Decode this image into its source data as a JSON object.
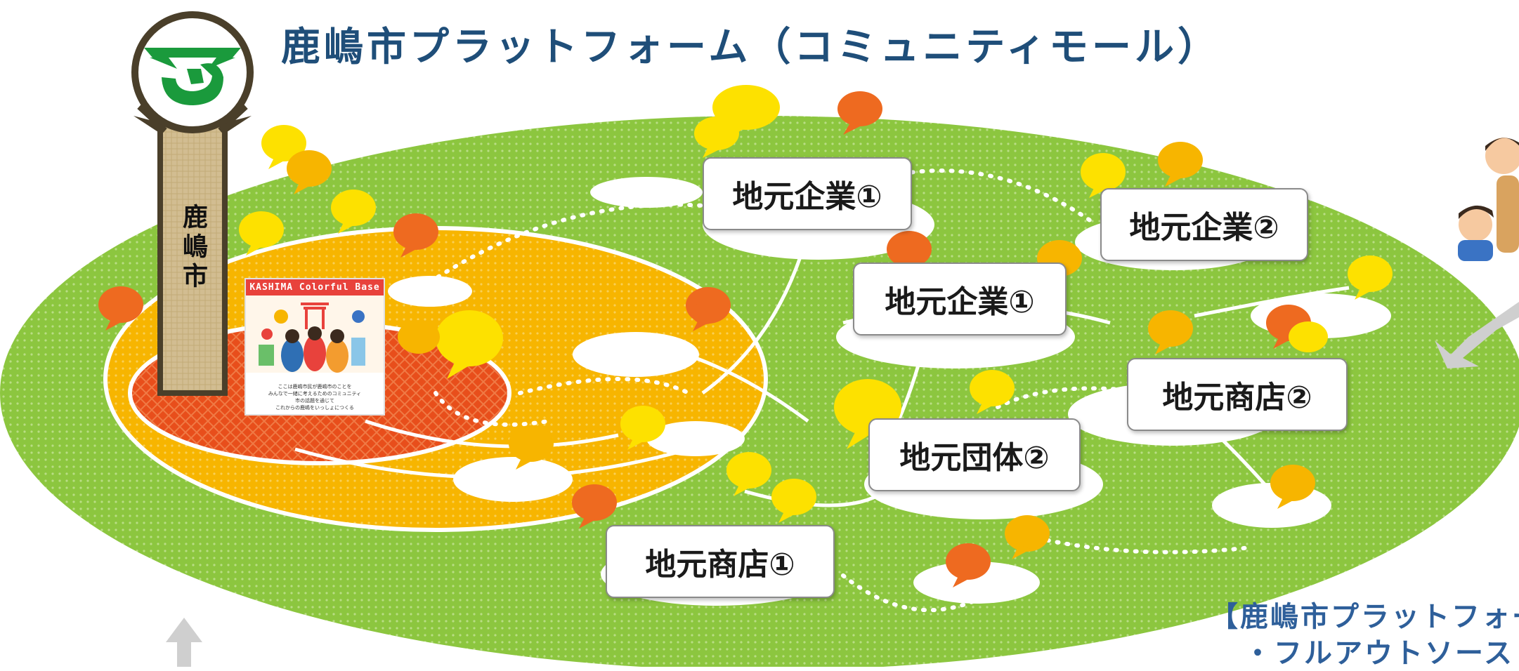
{
  "title": "鹿嶋市プラットフォーム（コミュニティモール）",
  "city_post_label": "鹿嶋市",
  "nodes": [
    {
      "id": "kigyo1_top",
      "label": "地元企業①"
    },
    {
      "id": "kigyo2",
      "label": "地元企業②"
    },
    {
      "id": "kigyo1_mid",
      "label": "地元企業①"
    },
    {
      "id": "shoten2",
      "label": "地元商店②"
    },
    {
      "id": "dantai2",
      "label": "地元団体②"
    },
    {
      "id": "shoten1",
      "label": "地元商店①"
    }
  ],
  "poster": {
    "title": "KASHIMA Colorful Base",
    "text_lines": [
      "ここは鹿嶋市民が鹿嶋市のことを",
      "みんなで一緒に考えるためのコミュニティ",
      "市の話題を通じて",
      "これからの鹿嶋をいっしょにつくる"
    ]
  },
  "footer": {
    "line1": "【鹿嶋市プラットフォー",
    "line2": "・フルアウトソース"
  },
  "colors": {
    "title": "#1f4e79",
    "footer": "#2e5f9a",
    "green": "#8cc63f",
    "orange": "#f7b500",
    "red": "#e84e1b",
    "post": "#d2bd91",
    "post_frame": "#4a3f2a",
    "emblem_green": "#1a9a3c",
    "arrow": "#cfcfcf"
  },
  "icons": [
    "city-emblem-icon",
    "speech-bubble-icon",
    "arrow-icon",
    "people-illustration-icon"
  ]
}
